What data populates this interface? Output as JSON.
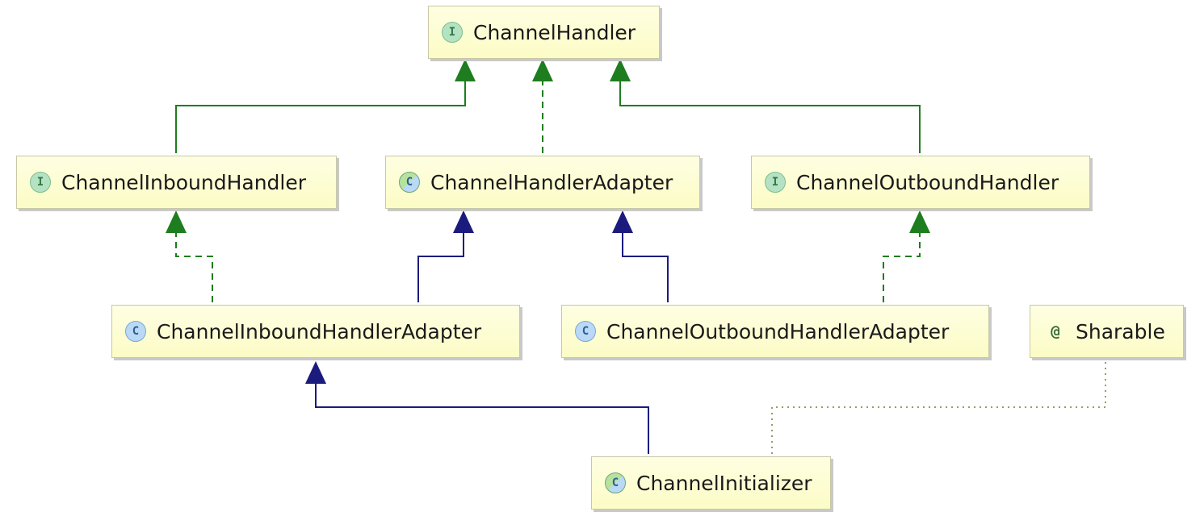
{
  "diagram": {
    "nodes": {
      "channel_handler": {
        "kind": "interface",
        "icon": "I",
        "label": "ChannelHandler"
      },
      "channel_inbound_handler": {
        "kind": "interface",
        "icon": "I",
        "label": "ChannelInboundHandler"
      },
      "channel_handler_adapter": {
        "kind": "abstract-class",
        "icon": "C",
        "label": "ChannelHandlerAdapter"
      },
      "channel_outbound_handler": {
        "kind": "interface",
        "icon": "I",
        "label": "ChannelOutboundHandler"
      },
      "channel_inbound_handler_adapter": {
        "kind": "class",
        "icon": "C",
        "label": "ChannelInboundHandlerAdapter"
      },
      "channel_outbound_handler_adapter": {
        "kind": "class",
        "icon": "C",
        "label": "ChannelOutboundHandlerAdapter"
      },
      "sharable": {
        "kind": "annotation",
        "icon": "@",
        "label": "Sharable"
      },
      "channel_initializer": {
        "kind": "abstract-class",
        "icon": "C",
        "label": "ChannelInitializer"
      }
    },
    "edges": [
      {
        "from": "channel_inbound_handler",
        "to": "channel_handler",
        "relation": "extends"
      },
      {
        "from": "channel_handler_adapter",
        "to": "channel_handler",
        "relation": "implements"
      },
      {
        "from": "channel_outbound_handler",
        "to": "channel_handler",
        "relation": "extends"
      },
      {
        "from": "channel_inbound_handler_adapter",
        "to": "channel_inbound_handler",
        "relation": "implements"
      },
      {
        "from": "channel_inbound_handler_adapter",
        "to": "channel_handler_adapter",
        "relation": "extends"
      },
      {
        "from": "channel_outbound_handler_adapter",
        "to": "channel_handler_adapter",
        "relation": "extends"
      },
      {
        "from": "channel_outbound_handler_adapter",
        "to": "channel_outbound_handler",
        "relation": "implements"
      },
      {
        "from": "channel_initializer",
        "to": "channel_inbound_handler_adapter",
        "relation": "extends"
      },
      {
        "from": "channel_initializer",
        "to": "sharable",
        "relation": "annotated-with"
      }
    ],
    "colors": {
      "interface_edge": "#1e7d1e",
      "class_edge": "#1b1b7e",
      "annotation_edge": "#9a9a6a",
      "node_fill_top": "#fefee2",
      "node_fill_bottom": "#fcfcc6"
    }
  }
}
